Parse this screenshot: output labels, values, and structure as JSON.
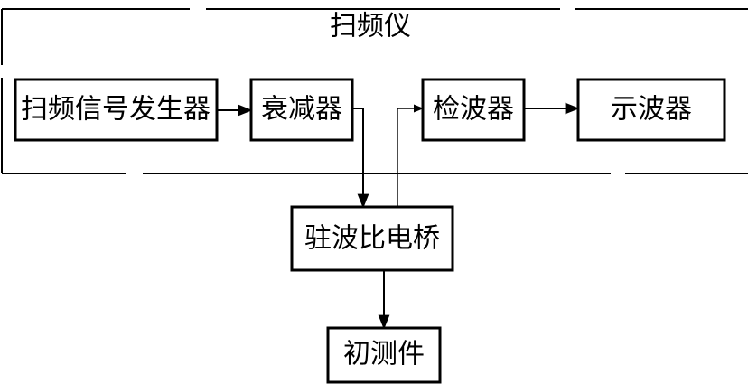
{
  "title": "扫频仪",
  "blocks": {
    "generator": "扫频信号发生器",
    "attenuator": "衰减器",
    "detector": "检波器",
    "oscilloscope": "示波器",
    "vswr_bridge": "驻波比电桥",
    "dut": "初测件"
  }
}
